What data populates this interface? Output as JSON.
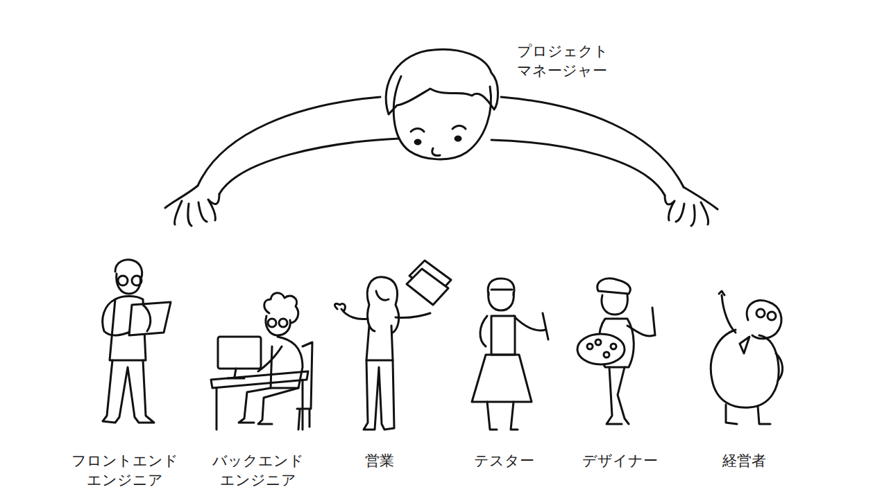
{
  "diagram": {
    "labels": [
      "プロジェクト マネージャー",
      "フロントエンド エンジニア",
      "バックエンド エンジニア",
      "営業",
      "テスター",
      "デザイナー",
      "経営者"
    ]
  }
}
